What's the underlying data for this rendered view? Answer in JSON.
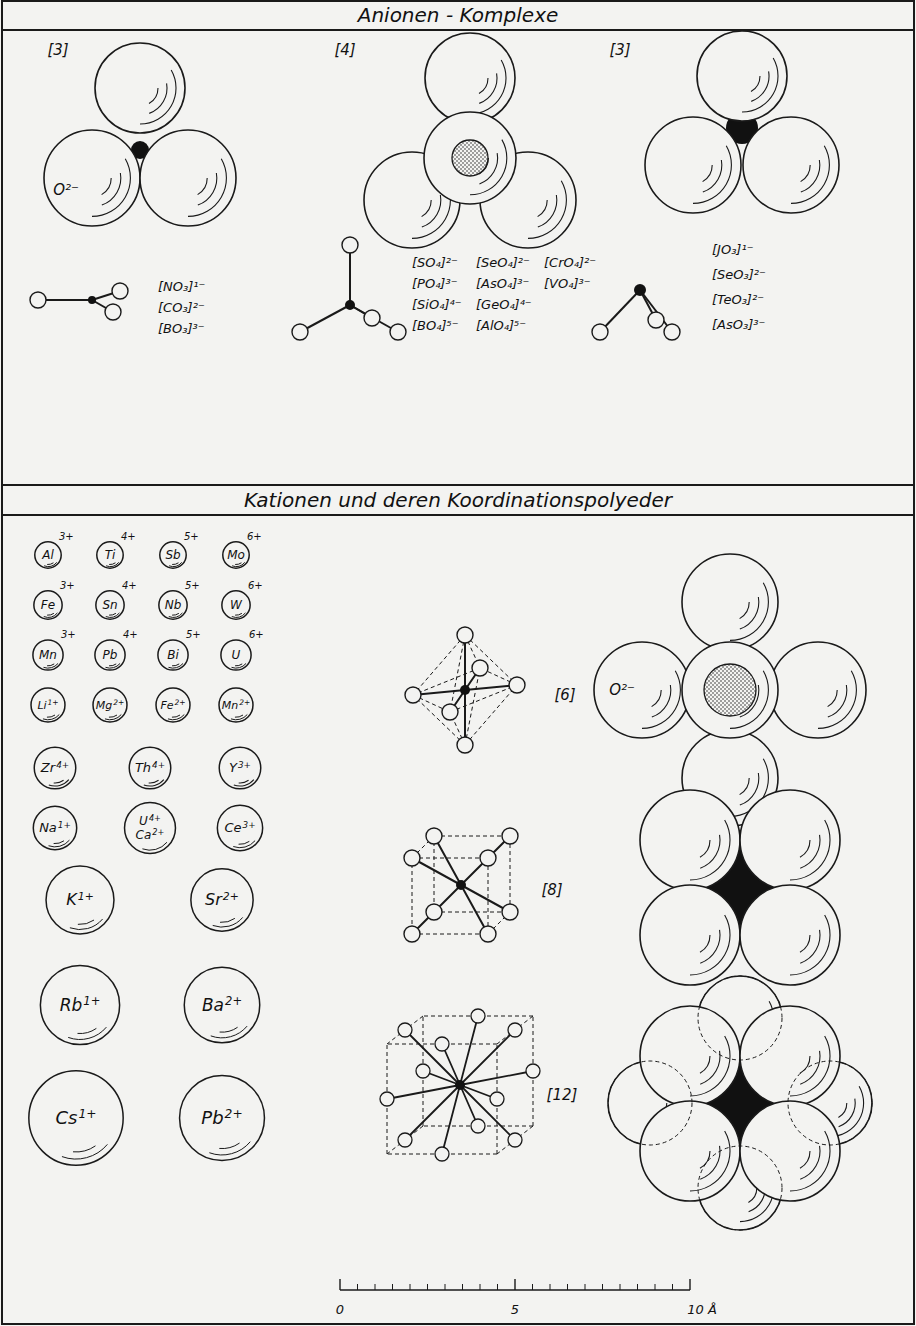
{
  "diagram": {
    "nodes": [
      {
        "text": [
          "Al",
          "3+"
        ]
      },
      {
        "text": [
          "Ti",
          "4+"
        ]
      },
      {
        "text": [
          "Sb",
          "5+"
        ]
      },
      {
        "text": [
          "Mo",
          "6+"
        ]
      },
      {
        "text": [
          "Fe",
          "3+"
        ]
      },
      {
        "text": [
          "Sn",
          "4+"
        ]
      },
      {
        "text": [
          "Nb",
          "5+"
        ]
      },
      {
        "text": [
          "W",
          "6+"
        ]
      },
      {
        "text": [
          "Mn",
          "3+"
        ]
      },
      {
        "text": [
          "Pb",
          "4+"
        ]
      },
      {
        "text": [
          "Bi",
          "5+"
        ]
      },
      {
        "text": [
          "U",
          "6+"
        ]
      },
      {
        "text": [
          "Li",
          "1+"
        ]
      },
      {
        "text": [
          "Mg",
          "2+"
        ]
      },
      {
        "text": [
          "Fe",
          "2+"
        ]
      },
      {
        "text": [
          "Mn",
          "2+"
        ]
      },
      {
        "text": [
          "Zr",
          "4+"
        ]
      },
      {
        "text": [
          "Th",
          "4+"
        ]
      },
      {
        "text": [
          "Y",
          "3+"
        ]
      },
      {
        "text": [
          "Na",
          "1+"
        ]
      },
      {
        "text": [
          "U",
          "4+",
          "Ca",
          "2+"
        ]
      },
      {
        "text": [
          "Ce",
          "3+"
        ]
      },
      {
        "text": [
          "K",
          "1+"
        ]
      },
      {
        "text": [
          "Sr",
          "2+"
        ]
      },
      {
        "text": [
          "Rb",
          "1+"
        ]
      },
      {
        "text": [
          "Ba",
          "2+"
        ]
      },
      {
        "text": [
          "Cs",
          "1+"
        ]
      },
      {
        "text": [
          "Pb",
          "2+"
        ]
      }
    ],
    "labels": [
      "Anionen - Komplexe",
      "[3]",
      "[4]",
      "[3]",
      "O²⁻",
      "[NO₃]¹⁻",
      "[CO₃]²⁻",
      "[BO₃]³⁻",
      "[SO₄]²⁻",
      "[SeO₄]²⁻",
      "[CrO₄]²⁻",
      "[PO₄]³⁻",
      "[AsO₄]³⁻",
      "[VO₄]³⁻",
      "[SiO₄]⁴⁻",
      "[GeO₄]⁴⁻",
      "[BO₄]⁵⁻",
      "[AlO₄]⁵⁻",
      "[JO₃]¹⁻",
      "[SeO₃]²⁻",
      "[TeO₃]²⁻",
      "[AsO₃]³⁻",
      "Kationen und deren Koordinationspolyeder",
      "[6]",
      "O²⁻",
      "[8]",
      "[12]",
      "0",
      "5",
      "10 Å"
    ]
  }
}
